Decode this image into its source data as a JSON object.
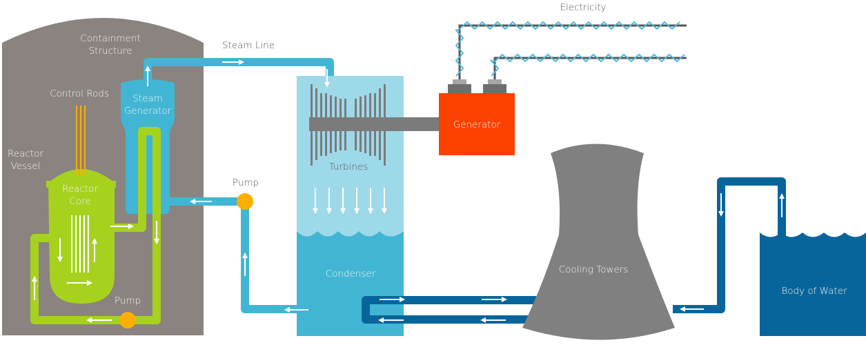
{
  "diagram": {
    "title": "Nuclear Power Plant (Pressurized Water Reactor)",
    "labels": {
      "containment": "Containment\nStructure",
      "control_rods": "Control Rods",
      "reactor_vessel": "Reactor\nVessel",
      "reactor_core": "Reactor\nCore",
      "steam_generator": "Steam\nGenerator",
      "pump_primary": "Pump",
      "steam_line": "Steam Line",
      "pump_secondary": "Pump",
      "turbines": "Turbines",
      "condenser": "Condenser",
      "generator": "Generator",
      "electricity": "Electricity",
      "cooling_towers": "Cooling Towers",
      "body_of_water": "Body of Water"
    },
    "colors": {
      "containment": "#8a837f",
      "primary_loop": "#a6d21e",
      "steam": "#41b6d4",
      "turbine_box": "#9ed9ea",
      "cooling_loop": "#07659b",
      "generator": "#fc4100",
      "pump": "#fdaf00",
      "control_rods": "#fdaf00",
      "tower": "#808080",
      "shaft": "#7b7b7b",
      "wire": "#555555",
      "wire_zigzag": "#4fb8d8",
      "arrow": "#ffffff"
    }
  }
}
